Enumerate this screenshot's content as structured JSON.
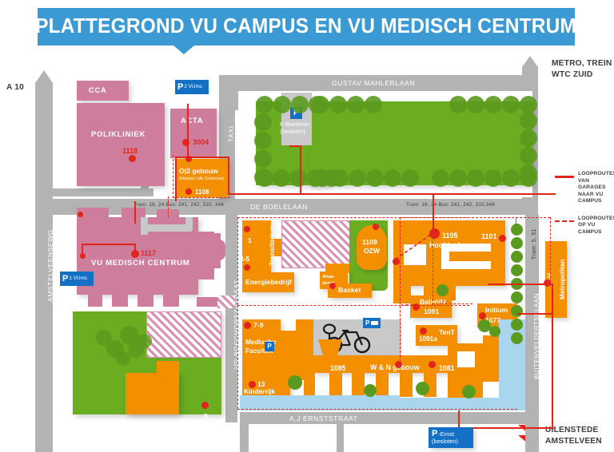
{
  "header": {
    "title": "PLATTEGROND VU CAMPUS EN VU MEDISCH CENTRUM",
    "banner_color": "#3b9ad4"
  },
  "corner_labels": {
    "a10": "A 10",
    "metro": "METRO, TREIN\nWTC ZUID",
    "metro_line1": "METRO, TREIN",
    "metro_line2": "WTC ZUID",
    "uilenstede_line1": "UILENSTEDE",
    "uilenstede_line2": "AMSTELVEEN"
  },
  "legend": {
    "items": [
      {
        "style": "solid",
        "label": "LOOPROUTES VAN GARAGES NAAR VU CAMPUS"
      },
      {
        "style": "dashed",
        "label": "LOOPROUTES OP VU CAMPUS"
      }
    ],
    "color": "#e1251b"
  },
  "streets": [
    {
      "name": "GUSTAV MAHLERLAAN",
      "orientation": "horizontal"
    },
    {
      "name": "DE BOELELAAN",
      "orientation": "horizontal"
    },
    {
      "name": "A.J ERNSTSTRAAT",
      "orientation": "horizontal"
    },
    {
      "name": "AMSTELVEENSEWG",
      "orientation": "vertical"
    },
    {
      "name": "VD BOECHORSTSTRAAT",
      "orientation": "vertical"
    },
    {
      "name": "BUITENVELDERTSELAAN",
      "orientation": "vertical"
    },
    {
      "name": "TAXI",
      "orientation": "vertical"
    }
  ],
  "transit": {
    "west_line": "Tram: 16, 24  Bus: 241, 242, 310, 346",
    "east_line": "Tram: 16, 24  Bus: 241, 242, 310,346",
    "tram_east": "Tram: 5, 51"
  },
  "parking_signs": [
    {
      "id": "p1-vumc",
      "label": "1 VUmc",
      "glyph": "P"
    },
    {
      "id": "p2-vumc",
      "label": "2 VUmc",
      "glyph": "P"
    },
    {
      "id": "p-boeletuin",
      "label_line1": "P-Boeletuin",
      "label_line2": "(besloten)",
      "glyph": "P"
    },
    {
      "id": "p-ernst",
      "label_line1": "-Ernst",
      "label_line2": "(besloten)",
      "glyph": "P"
    },
    {
      "id": "p-campus-1",
      "label": "",
      "glyph": "P"
    },
    {
      "id": "p-campus-2",
      "label": "",
      "glyph": "P"
    },
    {
      "id": "p-bike",
      "label": "",
      "glyph": "P"
    }
  ],
  "buildings": {
    "medical": [
      {
        "name": "CCA",
        "number": ""
      },
      {
        "name": "POLIKLINIEK",
        "number": "1118"
      },
      {
        "name": "ACTA",
        "number": "3004"
      },
      {
        "name": "VU MEDISCH CENTRUM",
        "number": "1117"
      }
    ],
    "campus": [
      {
        "name": "O|2 gebouw",
        "subtitle": "(Human Life Sciences)",
        "number": "1108"
      },
      {
        "name": "Transitorium",
        "number": "1"
      },
      {
        "name": "",
        "number": "3-5"
      },
      {
        "name": "Energiebedrijf",
        "number": ""
      },
      {
        "name": "Afval-depot",
        "number": ""
      },
      {
        "name": "Basket",
        "number": ""
      },
      {
        "name": "OZW",
        "number": "1109"
      },
      {
        "name": "Hoofdgebouw",
        "number": "1105"
      },
      {
        "name": "",
        "number": "1101"
      },
      {
        "name": "BelleVU",
        "number": "1091"
      },
      {
        "name": "Initium",
        "number": "1077"
      },
      {
        "name": "TenT",
        "number": "1091a"
      },
      {
        "name": "",
        "number": "1085"
      },
      {
        "name": "W & N gebouw",
        "number": ""
      },
      {
        "name": "",
        "number": "1081"
      },
      {
        "name": "Medische Faculteit",
        "number": "7-9"
      },
      {
        "name": "Kinderrijk",
        "number": "13"
      },
      {
        "name": "",
        "number": "8"
      },
      {
        "name": "Metropolitan",
        "number": "3"
      }
    ]
  },
  "labels": {
    "cca": "CCA",
    "polikliniek": "POLIKLINIEK",
    "acta": "ACTA",
    "vumc": "VU MEDISCH CENTRUM",
    "o2_line1": "O|2 gebouw",
    "o2_line2": "(Human Life Sciences)",
    "transitorium": "Transitorium",
    "energiebedrijf": "Energiebedrijf",
    "afval_line1": "Afval-",
    "afval_line2": "depot",
    "basket": "Basket",
    "ozw": "OZW",
    "hoofdgebouw": "Hoofdgebouw",
    "bellevu": "BelleVU",
    "initium": "Initium",
    "tent": "TenT",
    "wn": "W & N gebouw",
    "medische_l1": "Medische",
    "medische_l2": "Faculteit",
    "kinderrijk": "Kinderrijk",
    "metropolitan": "Metropolitan"
  },
  "numbers": {
    "n1118": "1118",
    "n3004": "3004",
    "n1108": "1108",
    "n1117": "1117",
    "n1": "1",
    "n35": "3-5",
    "n1109": "1109",
    "n1105": "1105",
    "n1101": "1101",
    "n1091": "1091",
    "n1077": "1077",
    "n1091a": "1091a",
    "n1085": "1085",
    "n1081": "1081",
    "n79": "7-9",
    "n13": "13",
    "n8": "8",
    "n3": "3"
  },
  "colors": {
    "header_blue": "#3b9ad4",
    "medical_pink": "#cf7d9c",
    "campus_orange": "#f49000",
    "park_green": "#6aad20",
    "road_grey": "#b3b3b3",
    "route_red": "#e1251b",
    "water_blue": "#a9d5ee",
    "sign_blue": "#1470c4"
  }
}
